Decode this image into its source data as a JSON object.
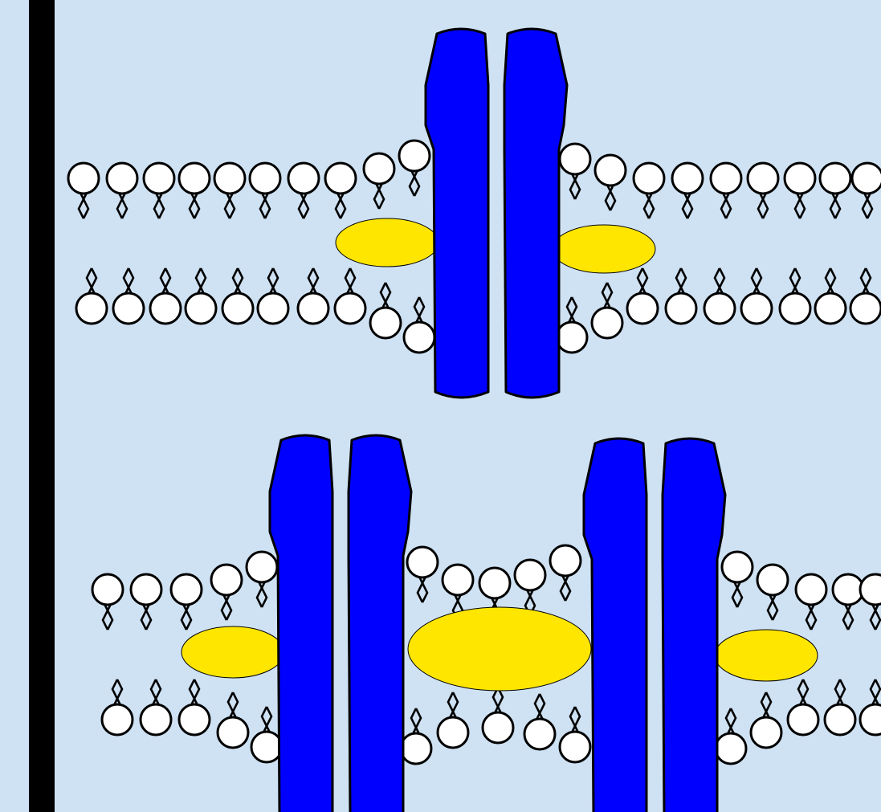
{
  "colors": {
    "background": "#cfe2f3",
    "sidebar": "#000000",
    "protein": "#0000ff",
    "lipid_droplet": "#ffe600",
    "lipid_head": "#ffffff",
    "outline": "#000000"
  },
  "panels": [
    {
      "id": "top",
      "channel_count": 1,
      "droplet_count": 2
    },
    {
      "id": "bottom",
      "channel_count": 2,
      "droplet_count": 3
    }
  ],
  "icons": {
    "lipid": "phospholipid-icon",
    "protein": "transmembrane-protein-icon",
    "droplet": "hydrophobic-droplet-icon"
  }
}
